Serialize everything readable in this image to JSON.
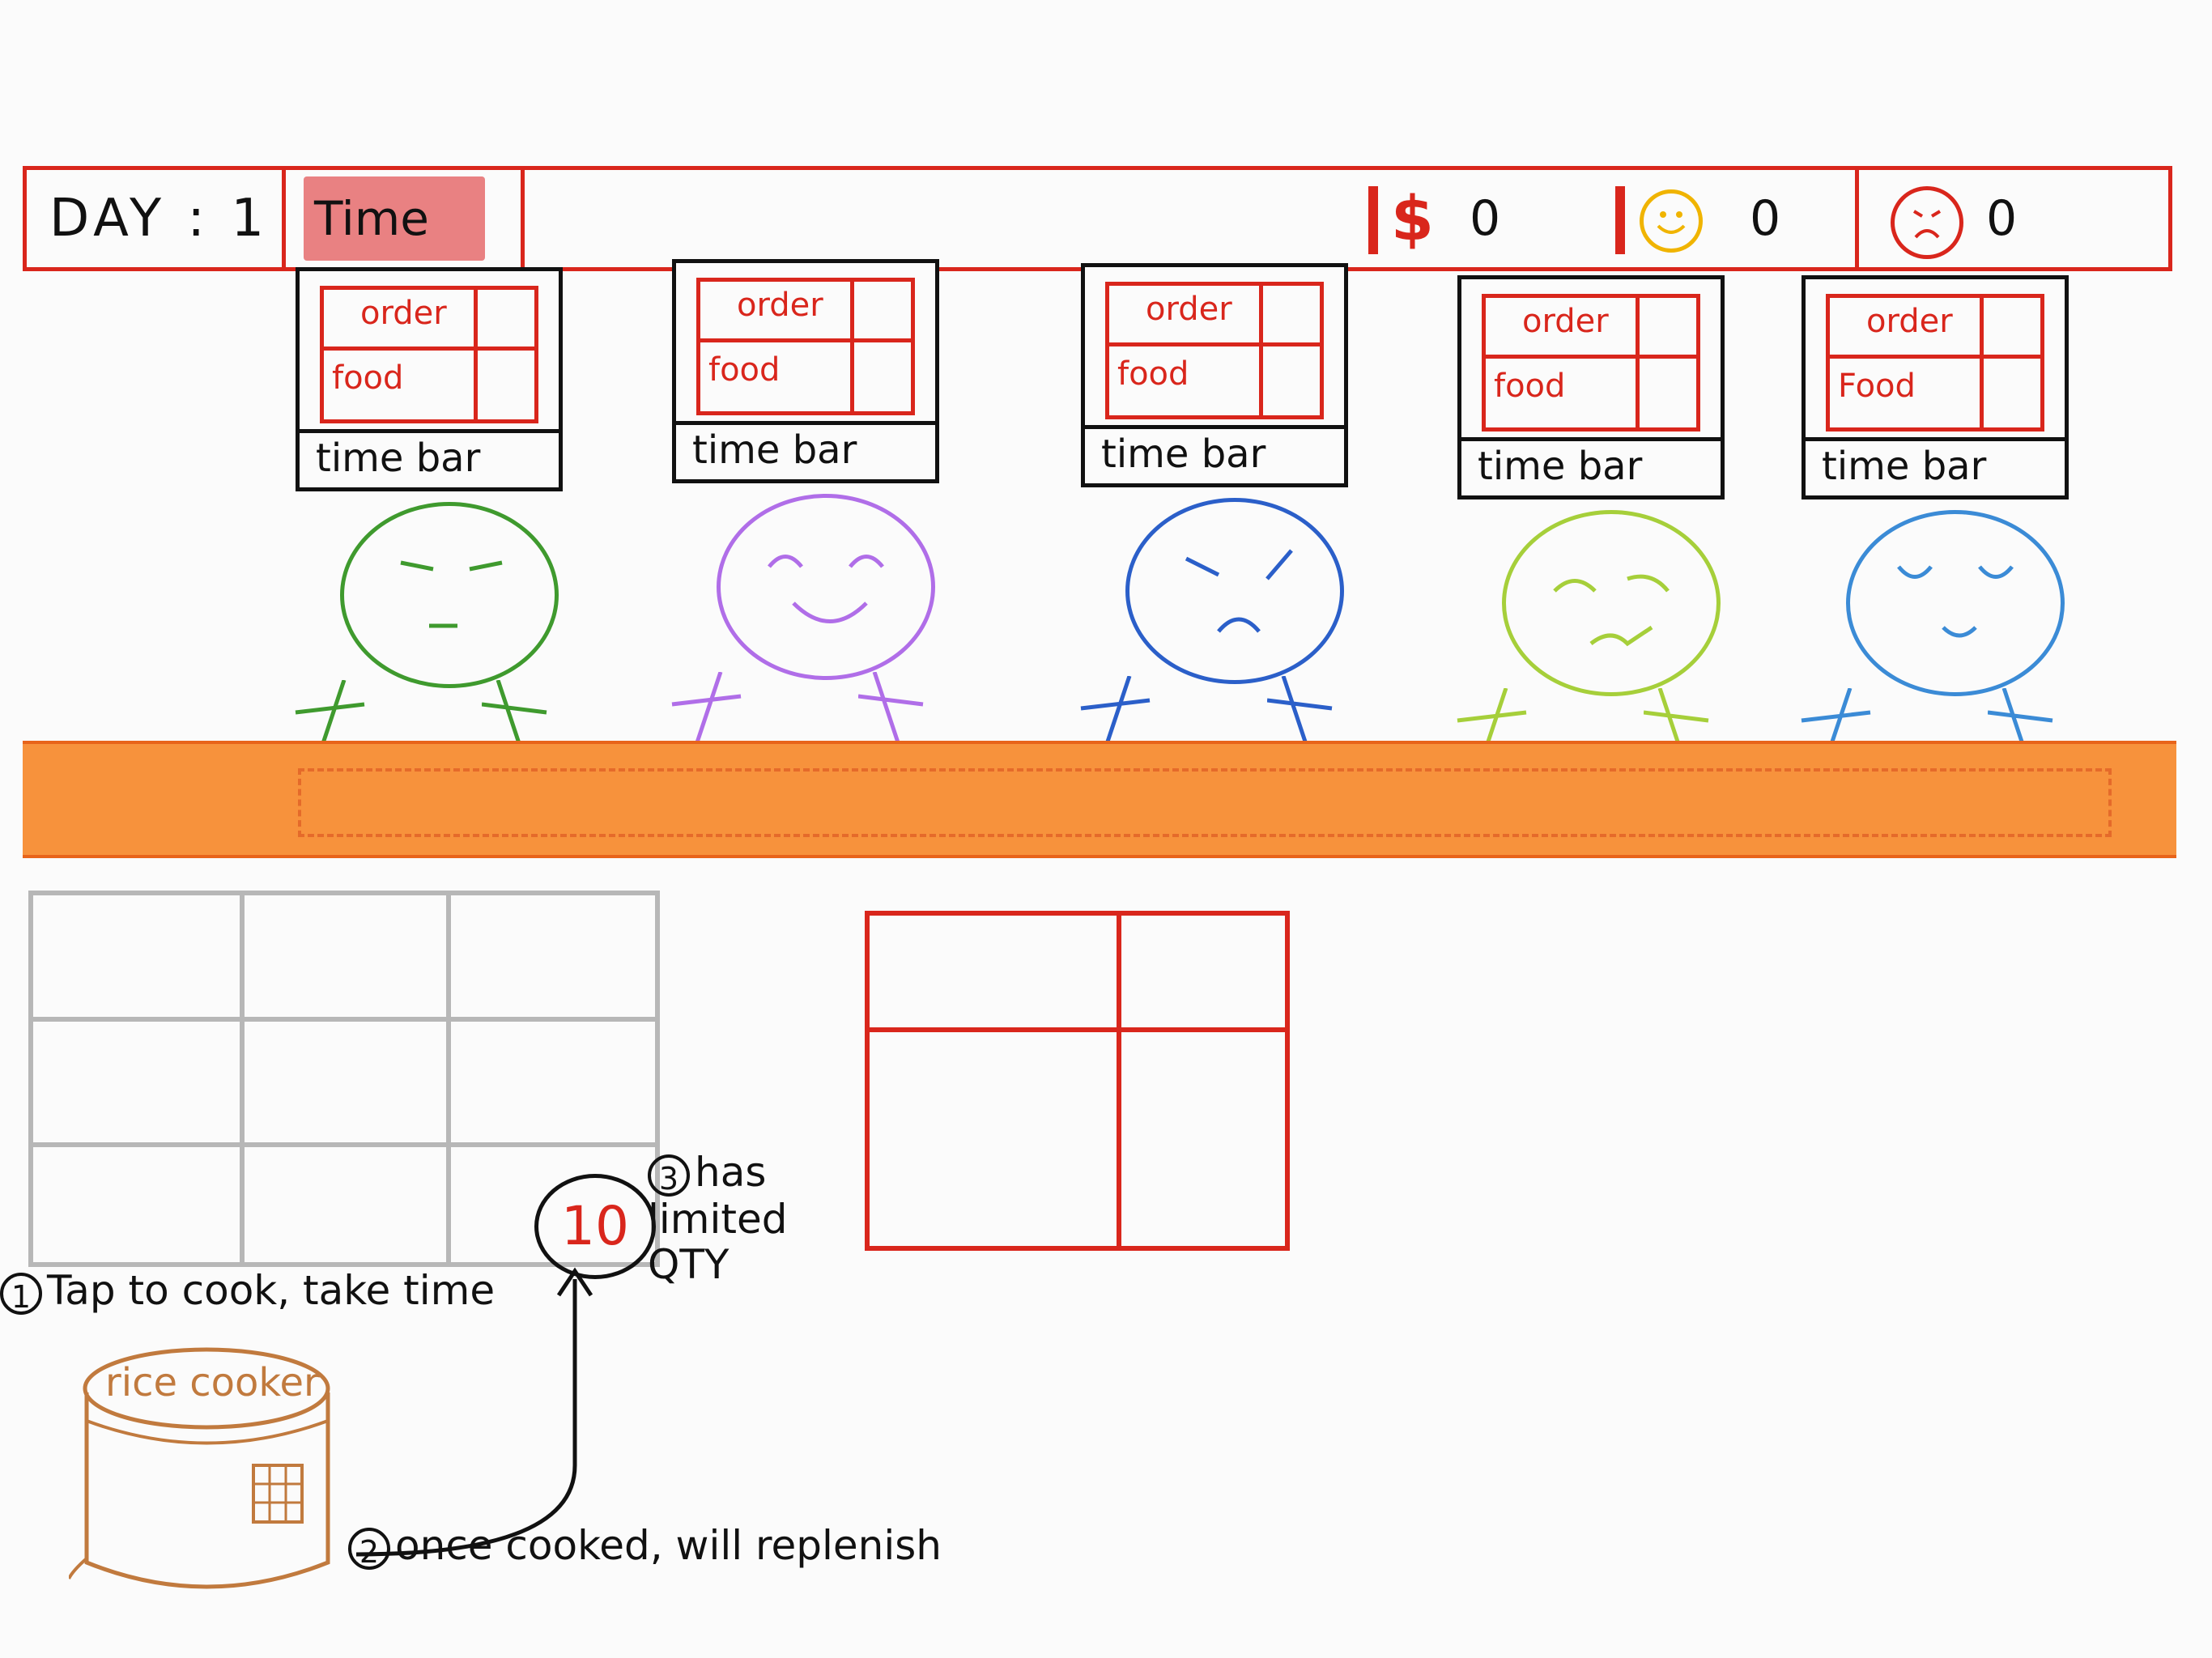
{
  "hud": {
    "day_label": "DAY : 1",
    "timebar_label": "Time Bar",
    "timebar_progress": 0.32,
    "money_sign": "$",
    "money_value": "0",
    "happy_value": "0",
    "angry_value": "0",
    "colors": {
      "frame": "#d9261c",
      "happy": "#f0b400"
    }
  },
  "customers": [
    {
      "order_label": "order",
      "food_label": "food",
      "timebar_label": "time bar",
      "mood": "neutral",
      "color": "#3f9a2e"
    },
    {
      "order_label": "order",
      "food_label": "food",
      "timebar_label": "time bar",
      "mood": "happy",
      "color": "#b06ee8"
    },
    {
      "order_label": "order",
      "food_label": "food",
      "timebar_label": "time bar",
      "mood": "angry",
      "color": "#2b5fc9"
    },
    {
      "order_label": "order",
      "food_label": "food",
      "timebar_label": "time bar",
      "mood": "worried",
      "color": "#a6cf3a"
    },
    {
      "order_label": "order",
      "food_label": "Food",
      "timebar_label": "time bar",
      "mood": "content",
      "color": "#3b8bd6"
    }
  ],
  "counter": {
    "color": "#f7923c"
  },
  "rice_cooker": {
    "label": "rice cooker",
    "quantity": "10"
  },
  "notes": {
    "n1_number": "1",
    "n1_text": "Tap to cook, take time",
    "n2_number": "2",
    "n2_text": "once cooked, will replenish",
    "n3_number": "3",
    "n3_text": "has limited QTY"
  }
}
